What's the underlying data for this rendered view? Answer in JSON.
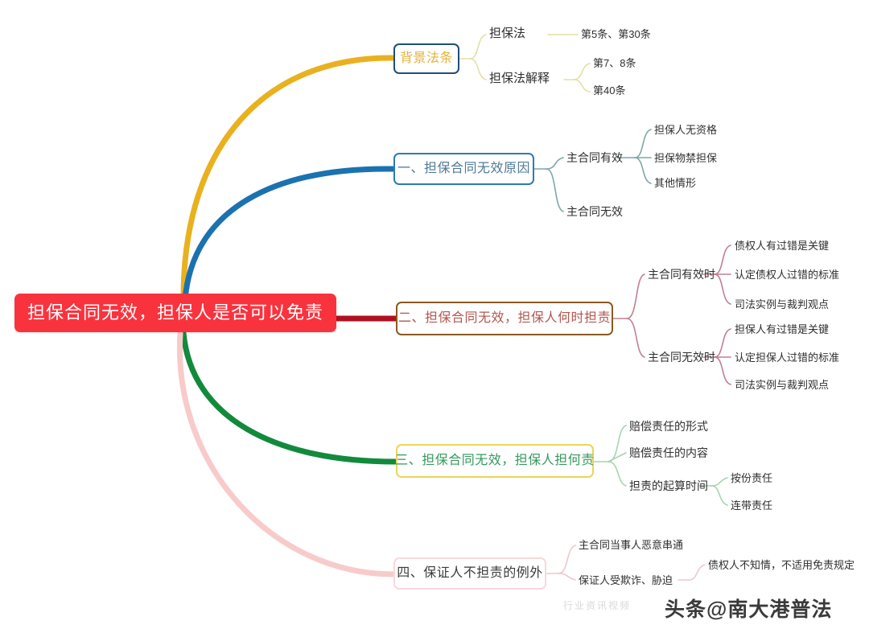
{
  "mindmap": {
    "root": {
      "label": "担保合同无效，担保人是否可以免责",
      "color": "#f9333e"
    },
    "branches": [
      {
        "label": "背景法条",
        "accent": "#e9b11f",
        "children": [
          {
            "label": "担保法",
            "children": [
              {
                "label": "第5条、第30条"
              }
            ]
          },
          {
            "label": "担保法解释",
            "children": [
              {
                "label": "第7、8条"
              },
              {
                "label": "第40条"
              }
            ]
          }
        ]
      },
      {
        "label": "一、担保合同无效原因",
        "accent": "#1b72b0",
        "children": [
          {
            "label": "主合同有效",
            "children": [
              {
                "label": "担保人无资格"
              },
              {
                "label": "担保物禁担保"
              },
              {
                "label": "其他情形"
              }
            ]
          },
          {
            "label": "主合同无效",
            "children": []
          }
        ]
      },
      {
        "label": "二、担保合同无效，担保人何时担责",
        "accent": "#b01020",
        "children": [
          {
            "label": "主合同有效时",
            "children": [
              {
                "label": "债权人有过错是关键"
              },
              {
                "label": "认定债权人过错的标准"
              },
              {
                "label": "司法实例与裁判观点"
              }
            ]
          },
          {
            "label": "主合同无效时",
            "children": [
              {
                "label": "担保人有过错是关键"
              },
              {
                "label": "认定担保人过错的标准"
              },
              {
                "label": "司法实例与裁判观点"
              }
            ]
          }
        ]
      },
      {
        "label": "三、担保合同无效，担保人担何责",
        "accent": "#128a3c",
        "children": [
          {
            "label": "赔偿责任的形式",
            "children": []
          },
          {
            "label": "赔偿责任的内容",
            "children": []
          },
          {
            "label": "担责的起算时间",
            "children": [
              {
                "label": "按份责任"
              },
              {
                "label": "连带责任"
              }
            ]
          }
        ]
      },
      {
        "label": "四、保证人不担责的例外",
        "accent": "#f8cbcb",
        "children": [
          {
            "label": "主合同当事人恶意串通",
            "children": []
          },
          {
            "label": "保证人受欺诈、胁迫",
            "children": [
              {
                "label": "债权人不知情，不适用免责规定"
              }
            ]
          }
        ]
      }
    ]
  },
  "watermark": {
    "prefix": "头条",
    "at": "@",
    "account": "南大港普法",
    "ghost": "行业资讯视频"
  }
}
